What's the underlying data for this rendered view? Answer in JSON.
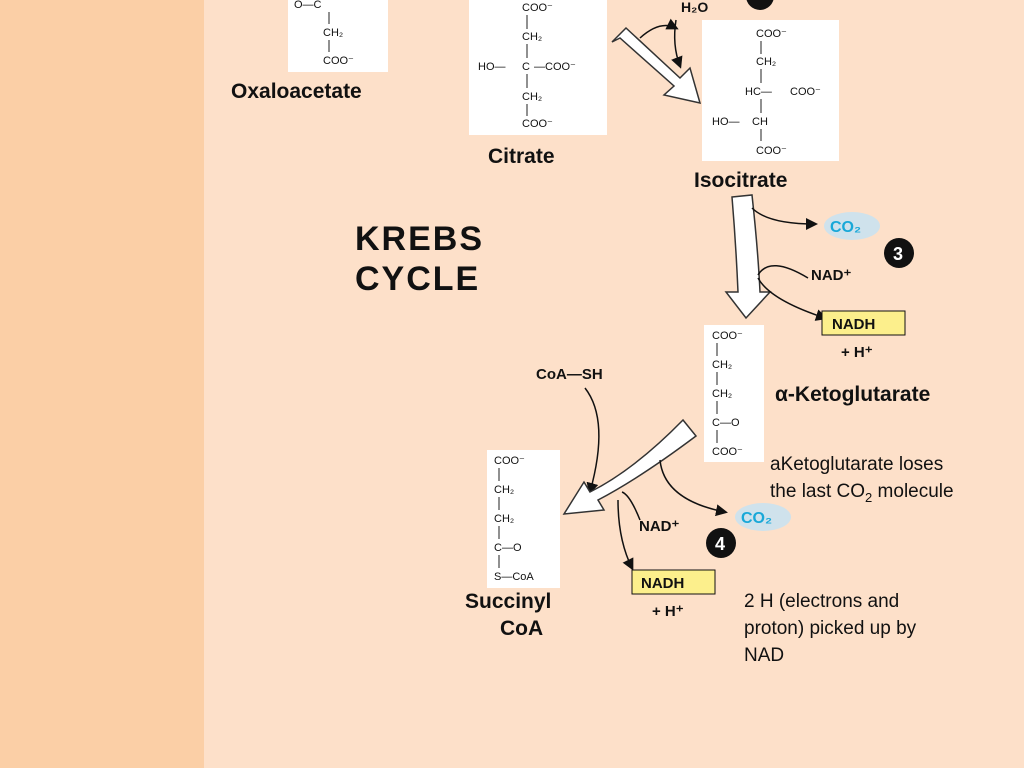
{
  "title": {
    "line1": "KREBS",
    "line2": "CYCLE"
  },
  "molecules": {
    "oxaloacetate": {
      "name": "Oxaloacetate",
      "top": "O—C",
      "ch2": "CH₂",
      "coo": "COO⁻"
    },
    "citrate": {
      "name": "Citrate",
      "coo_top": "COO⁻",
      "ch2_top": "CH₂",
      "ho": "HO—",
      "c": "C",
      "coo_mid": "—COO⁻",
      "ch2_bottom": "CH₂",
      "coo_bottom": "COO⁻"
    },
    "isocitrate": {
      "name": "Isocitrate",
      "coo_top": "COO⁻",
      "ch2": "CH₂",
      "hc": "HC—",
      "coo_mid": "COO⁻",
      "ho": "HO—",
      "ch": "CH",
      "coo_bottom": "COO⁻"
    },
    "ketoglutarate": {
      "name": "α-Ketoglutarate",
      "coo_top": "COO⁻",
      "ch2_a": "CH₂",
      "ch2_b": "CH₂",
      "co": "C—O",
      "coo_bottom": "COO⁻"
    },
    "succinyl_coa": {
      "name_line1": "Succinyl",
      "name_line2": "CoA",
      "coo_top": "COO⁻",
      "ch2_a": "CH₂",
      "ch2_b": "CH₂",
      "co": "C—O",
      "scoa": "S—CoA"
    }
  },
  "reagents": {
    "h2o": "H₂O",
    "co2_1": "CO₂",
    "nad_1": "NAD⁺",
    "nadh_1": "NADH",
    "hplus_1": "+ H⁺",
    "coash": "CoA—SH",
    "co2_2": "CO₂",
    "nad_2": "NAD⁺",
    "nadh_2": "NADH",
    "hplus_2": "+ H⁺"
  },
  "steps": {
    "step3": "3",
    "step4": "4"
  },
  "notes": {
    "ketoglutarate_line1": "aKetoglutarate loses",
    "ketoglutarate_line2_a": "the last CO",
    "ketoglutarate_line2_sub": "2",
    "ketoglutarate_line2_b": " molecule",
    "nad_line1": "2 H (electrons and",
    "nad_line2": "proton) picked up by",
    "nad_line3": "NAD"
  },
  "colors": {
    "side_panel": "#fbcfa6",
    "background": "#fde0c9",
    "carbon_red": "#e0107a",
    "carbon_blue": "#19a8d8",
    "nadh_box": "#fcef8c",
    "co2_blob": "#cfe2ec"
  }
}
